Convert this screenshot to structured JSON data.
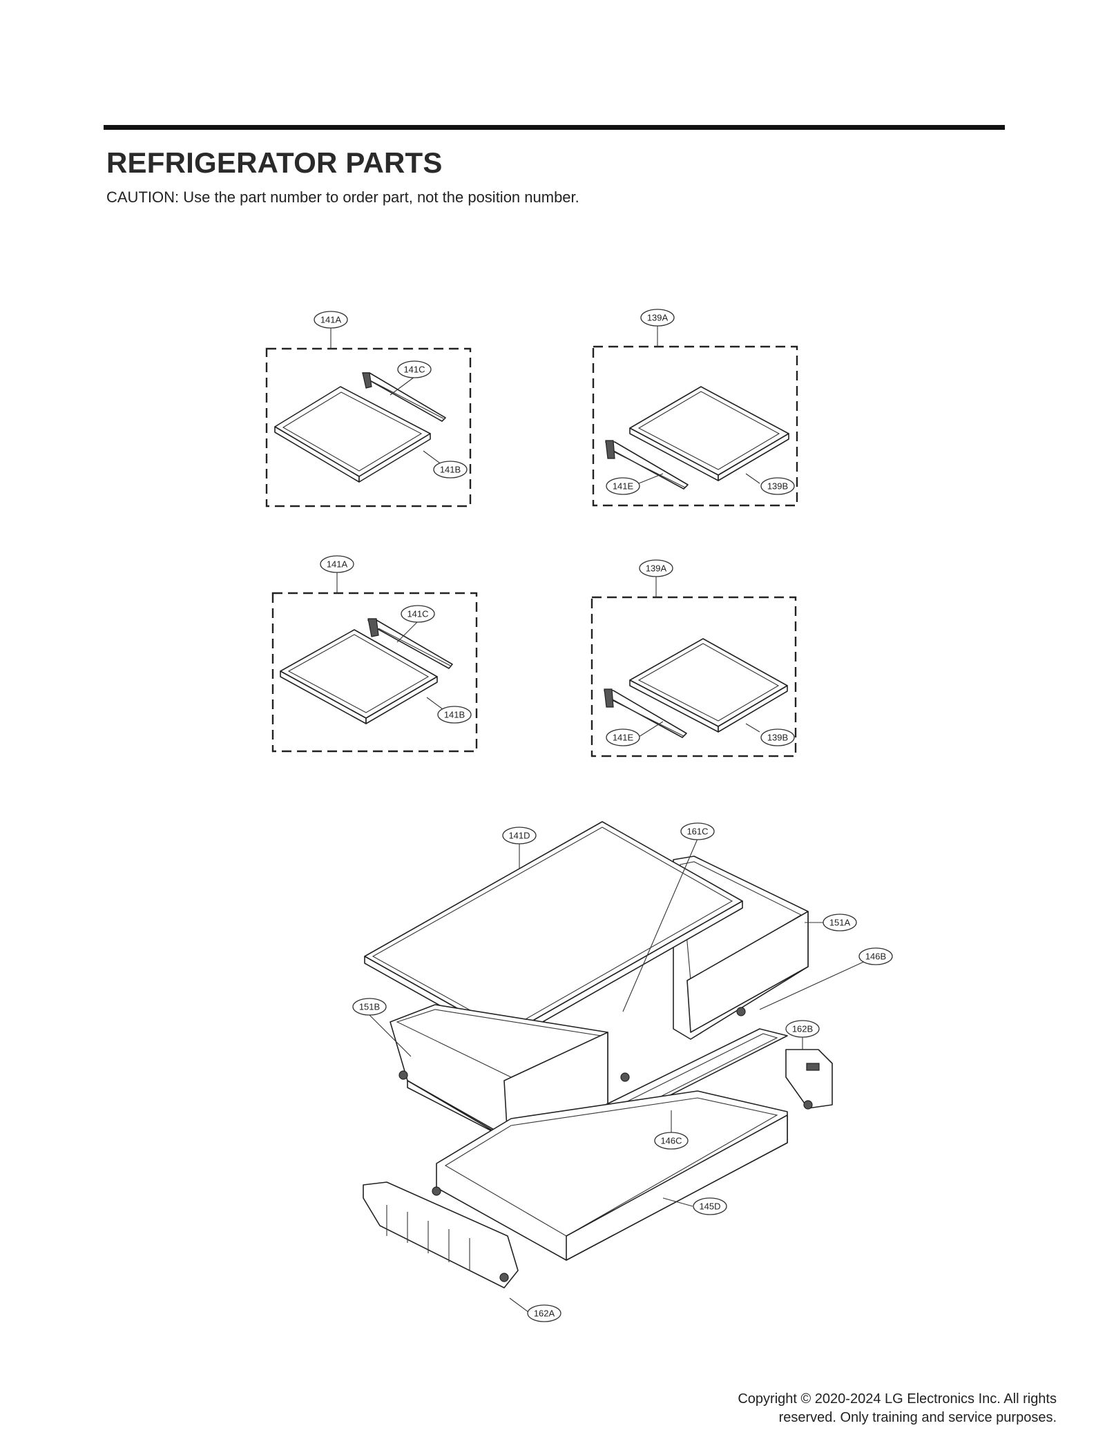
{
  "header": {
    "title": "REFRIGERATOR PARTS",
    "caution": "CAUTION: Use the part number to order part, not the position number."
  },
  "callouts": {
    "g1": {
      "group": "141A",
      "bracket": "141C",
      "shelf": "141B"
    },
    "g2": {
      "group": "139A",
      "bracket": "141E",
      "shelf": "139B"
    },
    "g3": {
      "group": "141A",
      "bracket": "141C",
      "shelf": "141B"
    },
    "g4": {
      "group": "139A",
      "bracket": "141E",
      "shelf": "139B"
    },
    "drawer": {
      "cover": "141D",
      "divider": "161C",
      "right_bin": "151A",
      "right_rail": "146B",
      "left_bin": "151B",
      "right_bracket": "162B",
      "center_rail": "146C",
      "bottom_tray": "145D",
      "left_bracket": "162A"
    }
  },
  "footer": {
    "copyright_line1": "Copyright © 2020-2024 LG Electronics Inc. All rights",
    "copyright_line2": "reserved. Only training and service purposes."
  }
}
